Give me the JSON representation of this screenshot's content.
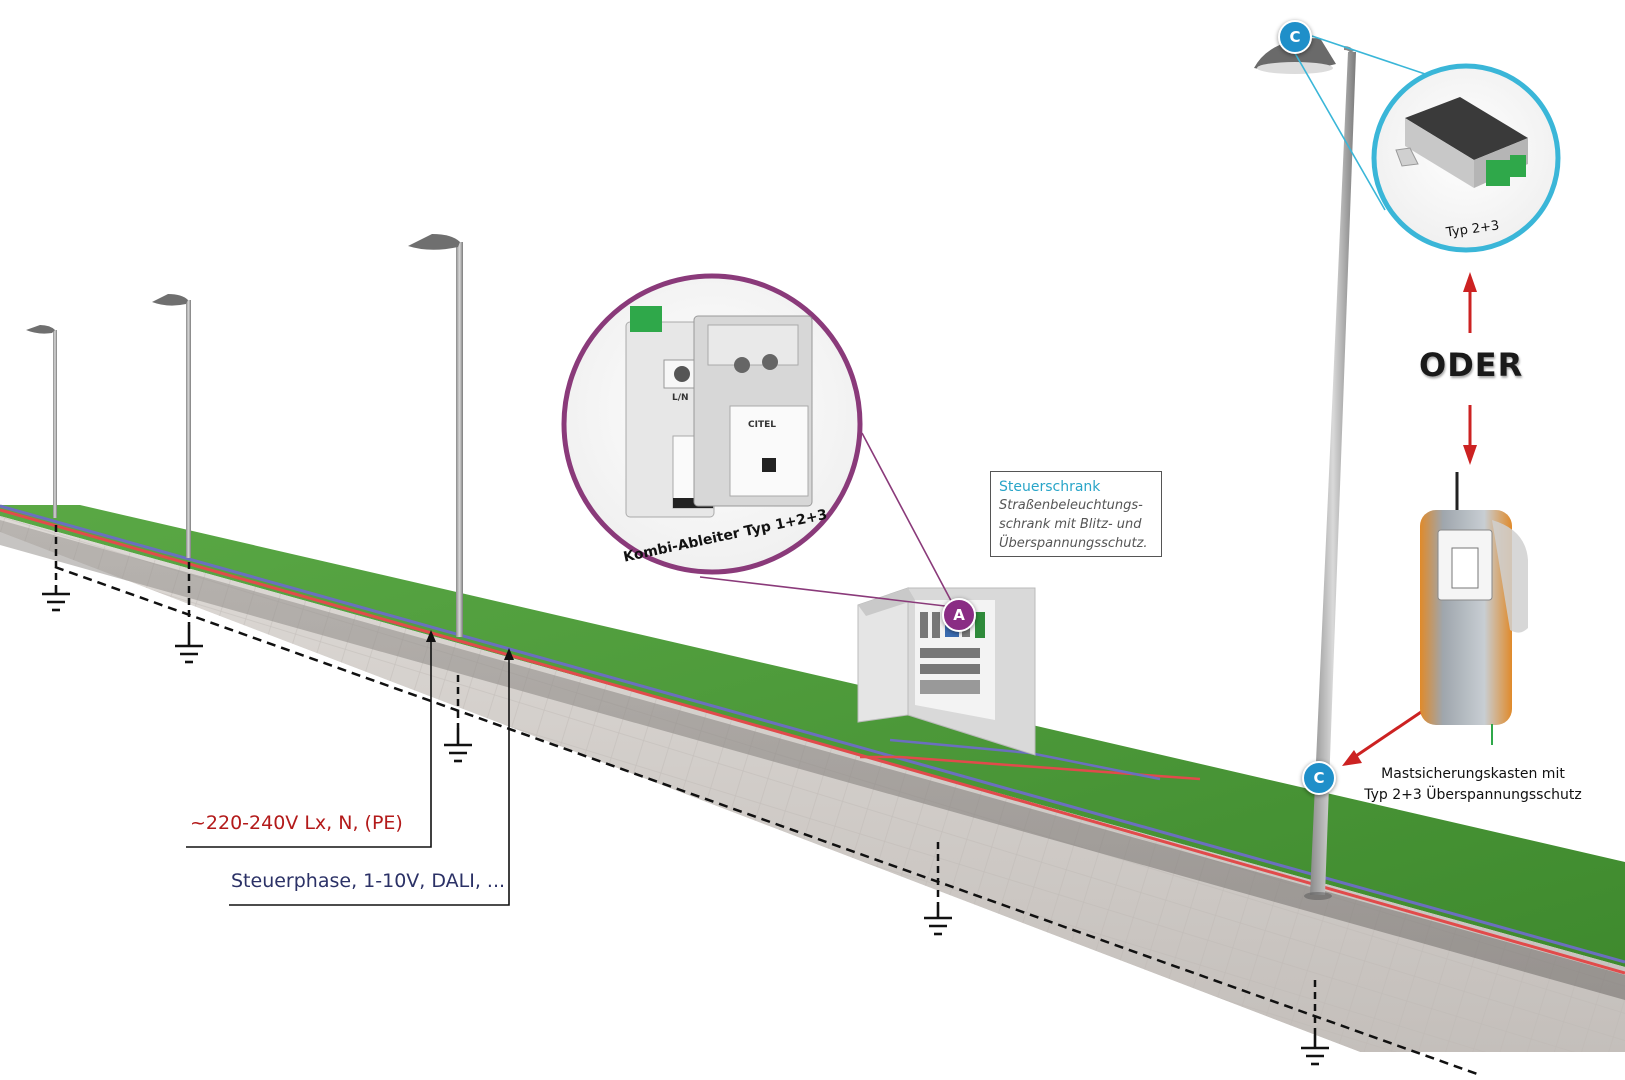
{
  "labels": {
    "power_line": "~220-240V Lx, N, (PE)",
    "control_line": "Steuerphase, 1-10V, DALI, ...",
    "kombi_ableiter": "Kombi-Ableiter Typ 1+2+3",
    "typ23": "Typ 2+3",
    "oder": "ODER",
    "mast_line1": "Mastsicherungskasten mit",
    "mast_line2": "Typ 2+3 Überspannungsschutz"
  },
  "cabinet_box": {
    "title": "Steuerschrank",
    "desc_line1": "Straßenbeleuchtungs-",
    "desc_line2": "schrank mit Blitz- und",
    "desc_line3": "Überspannungsschutz."
  },
  "badges": {
    "a": "A",
    "c_top": "C",
    "c_mast": "C"
  },
  "product_marks": {
    "ln": "L/N",
    "brand": "CITEL"
  },
  "colors": {
    "power_line": "#e14b4b",
    "control_line": "#6b6fbf",
    "grass": "#4e9a3a",
    "sidewalk": "#cfcac6",
    "badge_a": "#8a2c84",
    "badge_c": "#1f8fc9",
    "arrow_red": "#cc2222",
    "zoom_cyan": "#3ab6d8",
    "zoom_purple": "#8a3a7a"
  },
  "icons": [
    "ground-symbol-icon",
    "street-lamp-icon",
    "arrow-up-icon",
    "arrow-down-icon"
  ]
}
